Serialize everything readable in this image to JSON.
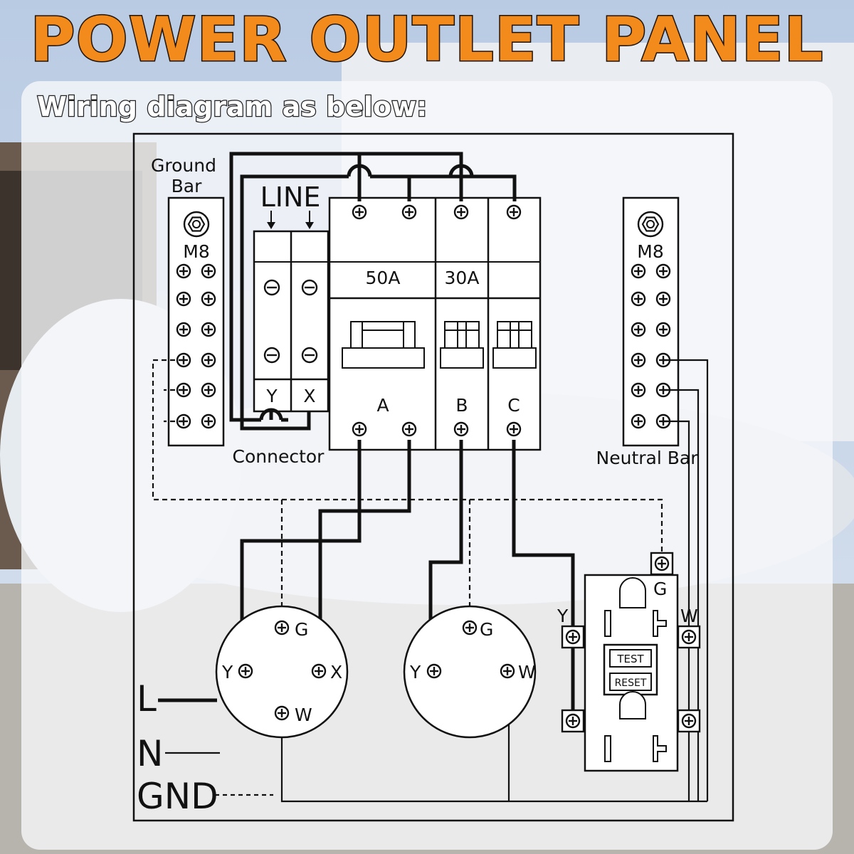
{
  "title": "POWER OUTLET PANEL",
  "subtitle": "Wiring diagram as below:",
  "colors": {
    "title_fill": "#f28a1c",
    "title_stroke": "#1e1206",
    "line": "#111111",
    "card": "#f6f8fa"
  },
  "ground_bar": {
    "label_line1": "Ground",
    "label_line2": "Bar",
    "size": "M8"
  },
  "neutral_bar": {
    "label": "Neutral Bar",
    "size": "M8"
  },
  "line_label": "LINE",
  "connector": {
    "label": "Connector",
    "terminal_y": "Y",
    "terminal_x": "X"
  },
  "breakers": {
    "rating_50": "50A",
    "rating_30": "30A",
    "pole_a": "A",
    "pole_b": "B",
    "pole_c": "C"
  },
  "receptacle_1": {
    "g": "G",
    "y": "Y",
    "x": "X",
    "w": "W"
  },
  "receptacle_2": {
    "g": "G",
    "y": "Y",
    "w": "W"
  },
  "gfci": {
    "g": "G",
    "y": "Y",
    "w": "W",
    "test": "TEST",
    "reset": "RESET"
  },
  "legend": {
    "l": "L",
    "n": "N",
    "gnd": "GND"
  }
}
